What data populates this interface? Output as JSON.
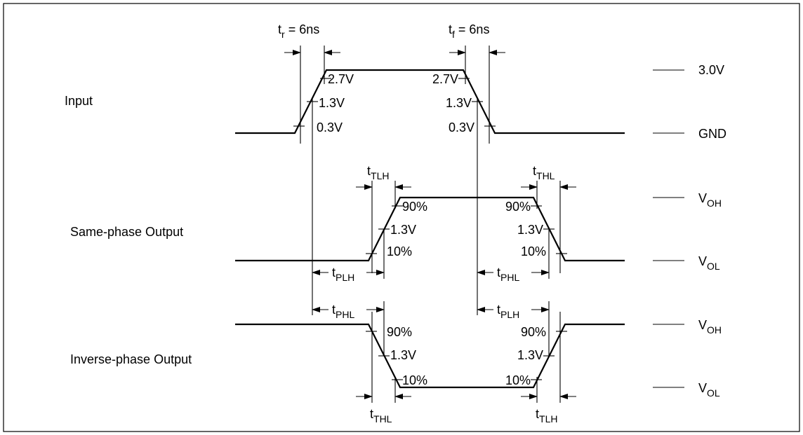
{
  "signals": {
    "input": "Input",
    "same_phase": "Same-phase Output",
    "inverse_phase": "Inverse-phase Output"
  },
  "levels": {
    "input_high": "3.0V",
    "input_low": "GND",
    "same_high": {
      "main": "V",
      "sub": "OH"
    },
    "same_low": {
      "main": "V",
      "sub": "OL"
    },
    "inverse_high": {
      "main": "V",
      "sub": "OH"
    },
    "inverse_low": {
      "main": "V",
      "sub": "OL"
    }
  },
  "thresholds": {
    "v27": "2.7V",
    "v13": "1.3V",
    "v03": "0.3V",
    "p90": "90%",
    "p10": "10%"
  },
  "timing": {
    "rise": {
      "main": "t",
      "sub": "r",
      "value": " = 6ns"
    },
    "fall": {
      "main": "t",
      "sub": "f",
      "value": " = 6ns"
    },
    "tlh": {
      "main": "t",
      "sub": "TLH"
    },
    "thl": {
      "main": "t",
      "sub": "THL"
    },
    "plh": {
      "main": "t",
      "sub": "PLH"
    },
    "phl": {
      "main": "t",
      "sub": "PHL"
    }
  }
}
